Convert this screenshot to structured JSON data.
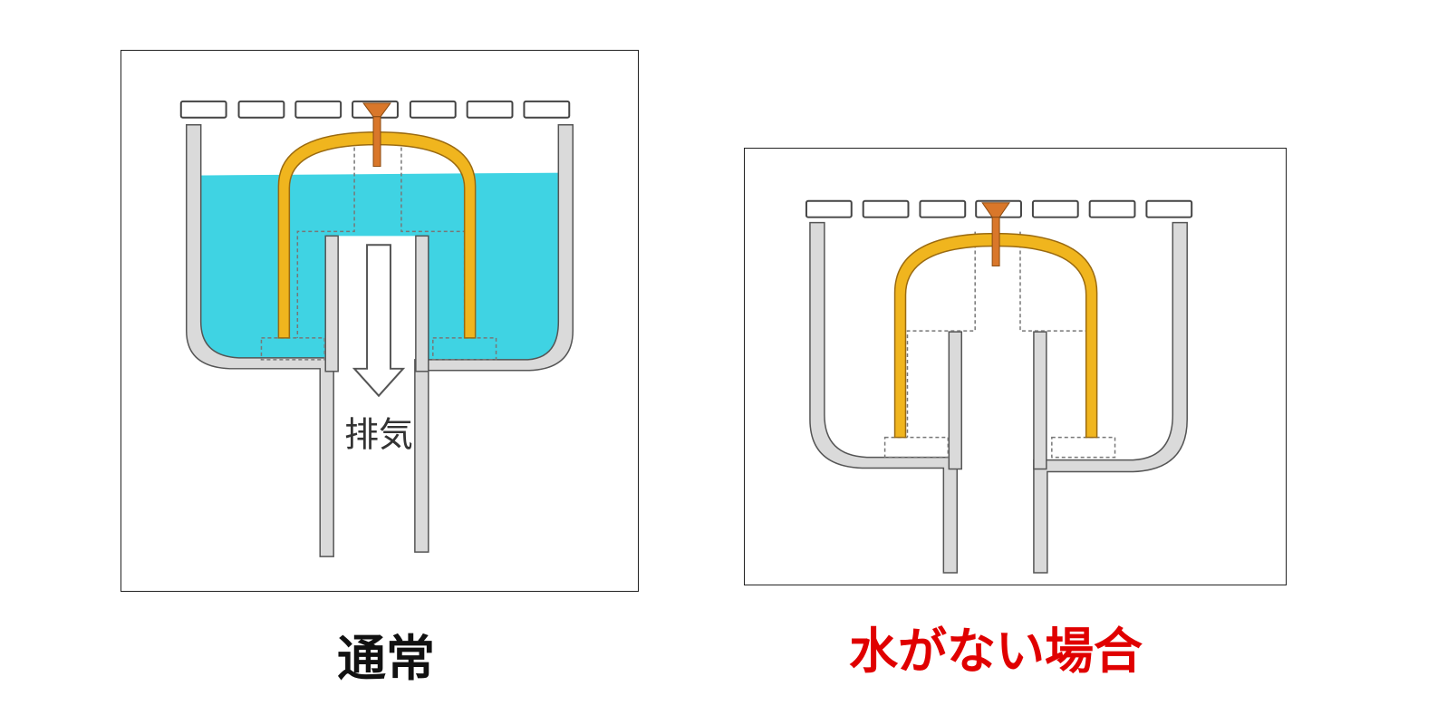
{
  "panels": {
    "normal": {
      "caption": "通常",
      "exhaust_label": "排気",
      "has_water": true
    },
    "no_water": {
      "caption": "水がない場合",
      "has_water": false
    }
  },
  "colors": {
    "water": "#3fd3e3",
    "trap_bell": "#f0b51e",
    "trap_bell_outline": "#9a6a10",
    "valve": "#d9772a",
    "pipe_fill": "#dadada",
    "pipe_stroke": "#555555",
    "caption_normal": "#111111",
    "caption_no_water": "#e00000"
  },
  "icons": [
    "exhaust-arrow-icon",
    "valve-icon"
  ]
}
